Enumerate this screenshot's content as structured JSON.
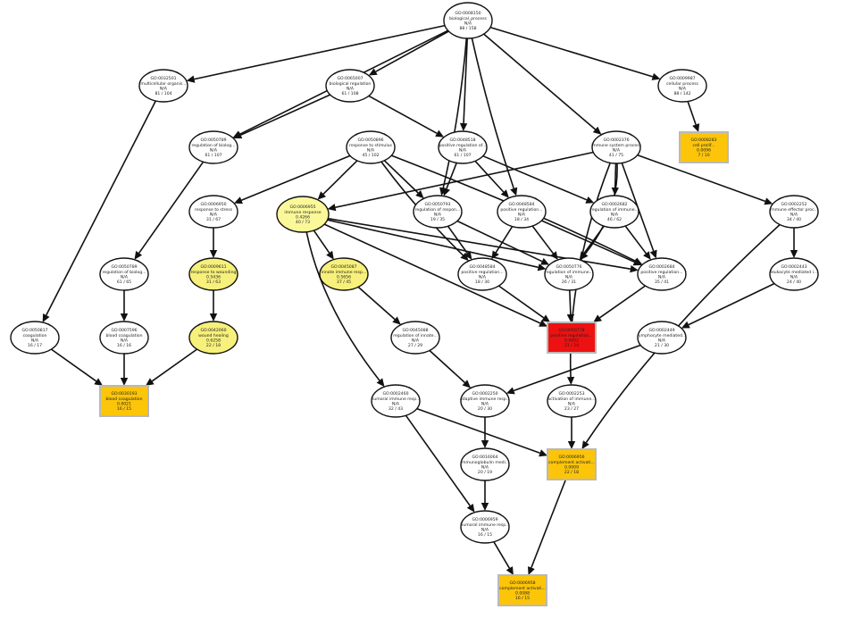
{
  "colors": {
    "white": "#ffffff",
    "pale_yellow": "#fbf89a",
    "yellow": "#f7f07a",
    "gold": "#fcc50a",
    "red": "#ee1111",
    "stroke": "#111111",
    "box_border": "#b9b9b9"
  },
  "chart_data": {
    "type": "graph",
    "nodes": [
      {
        "id": "n0",
        "shape": "ellipse",
        "fill": "white",
        "lines": [
          "GO:0008150",
          "biological_process",
          "N/A",
          "88 / 158"
        ]
      },
      {
        "id": "n1",
        "shape": "ellipse",
        "fill": "white",
        "lines": [
          "GO:0032501",
          "multicellular organis...",
          "N/A",
          "81 / 104"
        ]
      },
      {
        "id": "n2",
        "shape": "ellipse",
        "fill": "white",
        "lines": [
          "GO:0065007",
          "biological regulation",
          "N/A",
          "61 / 108"
        ]
      },
      {
        "id": "n3",
        "shape": "ellipse",
        "fill": "white",
        "lines": [
          "GO:0009987",
          "cellular process",
          "N/A",
          "88 / 142"
        ]
      },
      {
        "id": "n4",
        "shape": "box",
        "fill": "gold",
        "lines": [
          "GO:0008283",
          "cell prolif...",
          "0.0096",
          "7 / 10"
        ]
      },
      {
        "id": "n5",
        "shape": "ellipse",
        "fill": "white",
        "lines": [
          "GO:0050789",
          "regulation of biolog...",
          "N/A",
          "61 / 107"
        ]
      },
      {
        "id": "n6",
        "shape": "ellipse",
        "fill": "white",
        "lines": [
          "GO:0050896",
          "response to stimulus",
          "N/A",
          "45 / 102"
        ]
      },
      {
        "id": "n7",
        "shape": "ellipse",
        "fill": "white",
        "lines": [
          "GO:0048518",
          "positive regulation of...",
          "N/A",
          "61 / 107"
        ]
      },
      {
        "id": "n8",
        "shape": "ellipse",
        "fill": "white",
        "lines": [
          "GO:0002376",
          "immune system process",
          "N/A",
          "41 / 75"
        ]
      },
      {
        "id": "n9",
        "shape": "ellipse",
        "fill": "white",
        "lines": [
          "GO:0006950",
          "response to stress",
          "N/A",
          "31 / 67"
        ]
      },
      {
        "id": "n10",
        "shape": "ellipse",
        "fill": "pale_yellow",
        "lines": [
          "GO:0006955",
          "immune response",
          "0.4266",
          "40 / 73"
        ]
      },
      {
        "id": "n11",
        "shape": "ellipse",
        "fill": "white",
        "lines": [
          "GO:0050793",
          "regulation of respon...",
          "N/A",
          "19 / 35"
        ]
      },
      {
        "id": "n12",
        "shape": "ellipse",
        "fill": "white",
        "lines": [
          "GO:0048584",
          "positive regulation...",
          "N/A",
          "18 / 34"
        ]
      },
      {
        "id": "n13",
        "shape": "ellipse",
        "fill": "white",
        "lines": [
          "GO:0002682",
          "regulation of immune...",
          "N/A",
          "46 / 62"
        ]
      },
      {
        "id": "n14",
        "shape": "ellipse",
        "fill": "white",
        "lines": [
          "GO:0002252",
          "immune effector proc...",
          "N/A",
          "34 / 40"
        ]
      },
      {
        "id": "n15",
        "shape": "ellipse",
        "fill": "white",
        "lines": [
          "GO:0050789",
          "regulation of biolog...",
          "N/A",
          "61 / 65"
        ]
      },
      {
        "id": "n16",
        "shape": "ellipse",
        "fill": "yellow",
        "lines": [
          "GO:0009611",
          "response to wounding",
          "0.5436",
          "31 / 63"
        ]
      },
      {
        "id": "n17",
        "shape": "ellipse",
        "fill": "yellow",
        "lines": [
          "GO:0045087",
          "innate immune resp...",
          "0.5656",
          "37 / 45"
        ]
      },
      {
        "id": "n18",
        "shape": "ellipse",
        "fill": "white",
        "lines": [
          "GO:0048584",
          "positive regulation...",
          "N/A",
          "18 / 30"
        ]
      },
      {
        "id": "n19",
        "shape": "ellipse",
        "fill": "white",
        "lines": [
          "GO:0050776",
          "regulation of immune...",
          "N/A",
          "26 / 31"
        ]
      },
      {
        "id": "n20",
        "shape": "ellipse",
        "fill": "white",
        "lines": [
          "GO:0002684",
          "positive regulation...",
          "N/A",
          "35 / 41"
        ]
      },
      {
        "id": "n21",
        "shape": "ellipse",
        "fill": "white",
        "lines": [
          "GO:0002443",
          "leukocyte mediated i...",
          "N/A",
          "24 / 40"
        ]
      },
      {
        "id": "n22",
        "shape": "ellipse",
        "fill": "white",
        "lines": [
          "GO:0050817",
          "coagulation",
          "N/A",
          "16 / 17"
        ]
      },
      {
        "id": "n23",
        "shape": "ellipse",
        "fill": "white",
        "lines": [
          "GO:0007596",
          "blood coagulation",
          "N/A",
          "16 / 16"
        ]
      },
      {
        "id": "n24",
        "shape": "ellipse",
        "fill": "yellow",
        "lines": [
          "GO:0042060",
          "wound healing",
          "0.6258",
          "22 / 18"
        ]
      },
      {
        "id": "n25",
        "shape": "ellipse",
        "fill": "white",
        "lines": [
          "GO:0045088",
          "regulation of innate...",
          "N/A",
          "27 / 29"
        ]
      },
      {
        "id": "n26",
        "shape": "box",
        "fill": "red",
        "lines": [
          "GO:0050778",
          "positive regulation...",
          "0.0002",
          "21 / 24"
        ]
      },
      {
        "id": "n27",
        "shape": "ellipse",
        "fill": "white",
        "lines": [
          "GO:0002449",
          "lymphocyte mediated...",
          "N/A",
          "21 / 30"
        ]
      },
      {
        "id": "n28",
        "shape": "box",
        "fill": "gold",
        "lines": [
          "GO:0030193",
          "blood coagulation",
          "0.0021",
          "16 / 15"
        ]
      },
      {
        "id": "n29",
        "shape": "ellipse",
        "fill": "white",
        "lines": [
          "GO:0002460",
          "humoral immune resp...",
          "N/A",
          "32 / 43"
        ]
      },
      {
        "id": "n30",
        "shape": "ellipse",
        "fill": "white",
        "lines": [
          "GO:0002250",
          "adaptive immune resp...",
          "N/A",
          "20 / 30"
        ]
      },
      {
        "id": "n31",
        "shape": "ellipse",
        "fill": "white",
        "lines": [
          "GO:0002253",
          "activation of immune...",
          "N/A",
          "23 / 27"
        ]
      },
      {
        "id": "n32",
        "shape": "box",
        "fill": "gold",
        "lines": [
          "GO:0006956",
          "complement activati...",
          "0.0009",
          "22 / 18"
        ]
      },
      {
        "id": "n33",
        "shape": "ellipse",
        "fill": "white",
        "lines": [
          "GO:0016064",
          "immunoglobulin medi...",
          "N/A",
          "20 / 19"
        ]
      },
      {
        "id": "n34",
        "shape": "ellipse",
        "fill": "white",
        "lines": [
          "GO:0006959",
          "humoral immune resp...",
          "N/A",
          "16 / 15"
        ]
      },
      {
        "id": "n35",
        "shape": "box",
        "fill": "gold",
        "lines": [
          "GO:0006958",
          "complement activati...",
          "0.0088",
          "16 / 15"
        ]
      }
    ],
    "edges": [
      [
        "n0",
        "n1"
      ],
      [
        "n0",
        "n2"
      ],
      [
        "n0",
        "n3"
      ],
      [
        "n0",
        "n5"
      ],
      [
        "n0",
        "n7"
      ],
      [
        "n0",
        "n8"
      ],
      [
        "n0",
        "n11"
      ],
      [
        "n0",
        "n12"
      ],
      [
        "n3",
        "n4"
      ],
      [
        "n2",
        "n5"
      ],
      [
        "n2",
        "n7"
      ],
      [
        "n5",
        "n15"
      ],
      [
        "n1",
        "n22"
      ],
      [
        "n6",
        "n9"
      ],
      [
        "n6",
        "n10"
      ],
      [
        "n6",
        "n11"
      ],
      [
        "n6",
        "n20"
      ],
      [
        "n6",
        "n18"
      ],
      [
        "n7",
        "n12"
      ],
      [
        "n7",
        "n11"
      ],
      [
        "n7",
        "n13"
      ],
      [
        "n8",
        "n10"
      ],
      [
        "n8",
        "n13"
      ],
      [
        "n8",
        "n14"
      ],
      [
        "n8",
        "n20"
      ],
      [
        "n8",
        "n19"
      ],
      [
        "n8",
        "n31"
      ],
      [
        "n9",
        "n16"
      ],
      [
        "n16",
        "n24"
      ],
      [
        "n15",
        "n23"
      ],
      [
        "n22",
        "n28"
      ],
      [
        "n23",
        "n28"
      ],
      [
        "n24",
        "n28"
      ],
      [
        "n10",
        "n17"
      ],
      [
        "n10",
        "n19"
      ],
      [
        "n10",
        "n20"
      ],
      [
        "n10",
        "n26"
      ],
      [
        "n10",
        "n29"
      ],
      [
        "n11",
        "n18"
      ],
      [
        "n11",
        "n19"
      ],
      [
        "n12",
        "n18"
      ],
      [
        "n12",
        "n19"
      ],
      [
        "n12",
        "n20"
      ],
      [
        "n13",
        "n19"
      ],
      [
        "n13",
        "n20"
      ],
      [
        "n14",
        "n21"
      ],
      [
        "n14",
        "n32"
      ],
      [
        "n21",
        "n27"
      ],
      [
        "n17",
        "n25"
      ],
      [
        "n25",
        "n30"
      ],
      [
        "n18",
        "n26"
      ],
      [
        "n19",
        "n26"
      ],
      [
        "n20",
        "n26"
      ],
      [
        "n27",
        "n30"
      ],
      [
        "n29",
        "n32"
      ],
      [
        "n29",
        "n34"
      ],
      [
        "n30",
        "n33"
      ],
      [
        "n31",
        "n32"
      ],
      [
        "n33",
        "n34"
      ],
      [
        "n34",
        "n35"
      ],
      [
        "n32",
        "n35"
      ]
    ]
  }
}
